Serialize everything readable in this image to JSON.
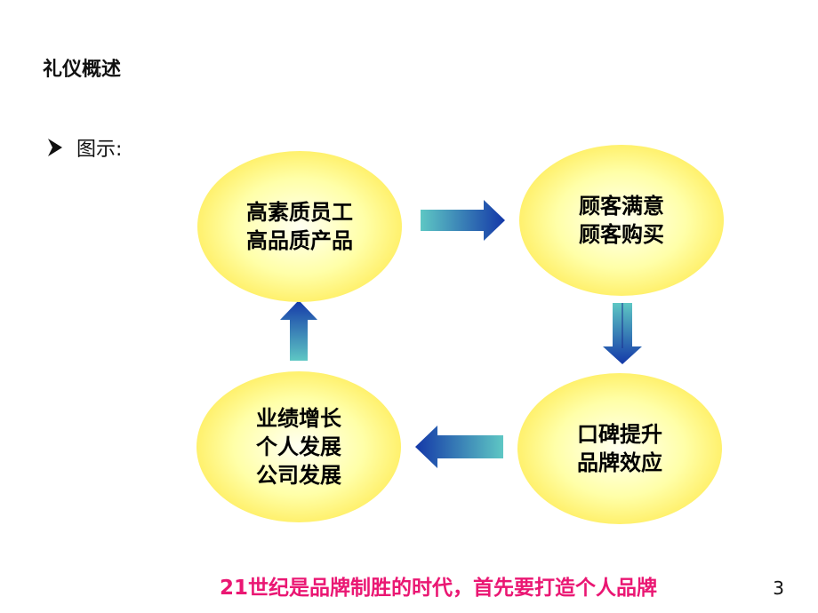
{
  "slide": {
    "title": "礼仪概述",
    "bullet_label": "图示:",
    "footer_text": "21世纪是品牌制胜的时代，首先要打造个人品牌",
    "page_number": "3"
  },
  "diagram": {
    "nodes": [
      {
        "lines": [
          "高素质员工",
          "高品质产品"
        ]
      },
      {
        "lines": [
          "顾客满意",
          "顾客购买"
        ]
      },
      {
        "lines": [
          "口碑提升",
          "品牌效应"
        ]
      },
      {
        "lines": [
          "业绩增长",
          "个人发展",
          "公司发展"
        ]
      }
    ],
    "colors": {
      "node_fill": "#fff06a",
      "arrow_light": "#5ec7c4",
      "arrow_dark": "#1438a8",
      "footer": "#ea1773"
    }
  }
}
